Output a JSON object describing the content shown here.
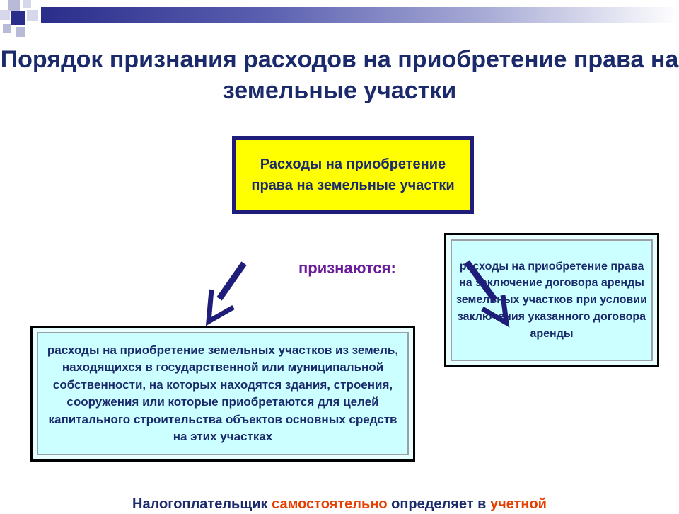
{
  "title": "Порядок признания расходов на приобретение права на земельные участки",
  "main_box": {
    "text": "Расходы на приобретение права на земельные участки"
  },
  "connector_label": "признаются:",
  "left_box": {
    "text": "расходы на приобретение земельных участков из земель, находящихся в государственной или муниципальной собственности, на которых находятся здания, строения, сооружения или которые приобретаются для целей капитального строительства объектов основных средств на этих участках"
  },
  "right_box": {
    "text": "расходы на приобретение права на заключение договора аренды земельных участков при условии заключения указанного договора аренды"
  },
  "bottom_text": {
    "part1": "Налогоплательщик ",
    "part2": "самостоятельно",
    "part3": " определяет в ",
    "part4": "учетной"
  },
  "colors": {
    "title": "#1b2a6b",
    "main_box_fill": "#ffff00",
    "main_box_border": "#1e1e7a",
    "box_fill": "#ccffff",
    "label": "#6a1b9a",
    "accent_red": "#e53e00",
    "arrow": "#1e1e7a"
  },
  "icons": {
    "left_arrow": "arrow-down-left-icon",
    "right_arrow": "arrow-down-right-icon"
  }
}
